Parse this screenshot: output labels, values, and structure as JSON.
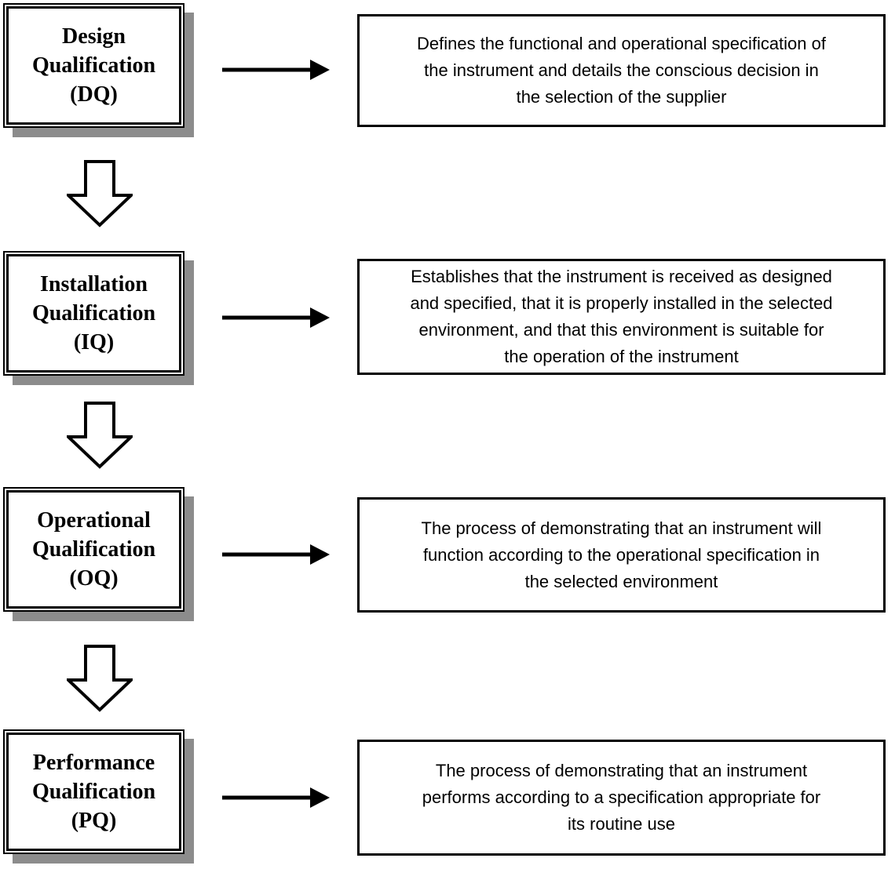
{
  "rows": [
    {
      "id": "dq",
      "title_lines": [
        "Design",
        "Qualification",
        "(DQ)"
      ],
      "desc_lines": [
        "Defines the functional and operational specification of",
        "the instrument and details the conscious decision in",
        "the selection of the supplier"
      ]
    },
    {
      "id": "iq",
      "title_lines": [
        "Installation",
        "Qualification",
        "(IQ)"
      ],
      "desc_lines": [
        "Establishes that the instrument is received as designed",
        "and specified, that it is properly installed in the selected",
        "environment, and that this environment is suitable for",
        "the operation of the instrument"
      ]
    },
    {
      "id": "oq",
      "title_lines": [
        "Operational",
        "Qualification",
        "(OQ)"
      ],
      "desc_lines": [
        "The process of demonstrating that an instrument will",
        "function according to the operational specification in",
        "the selected environment"
      ]
    },
    {
      "id": "pq",
      "title_lines": [
        "Performance",
        "Qualification",
        "(PQ)"
      ],
      "desc_lines": [
        "The process of demonstrating that an instrument",
        "performs according to a specification appropriate for",
        "its routine use"
      ]
    }
  ],
  "icons": {
    "right_arrow": "solid right-pointing connector arrow",
    "down_arrow": "outlined block arrow pointing down"
  },
  "colors": {
    "background": "#ffffff",
    "line": "#000000",
    "text": "#000000",
    "box_shadow": "#8c8c8c"
  }
}
